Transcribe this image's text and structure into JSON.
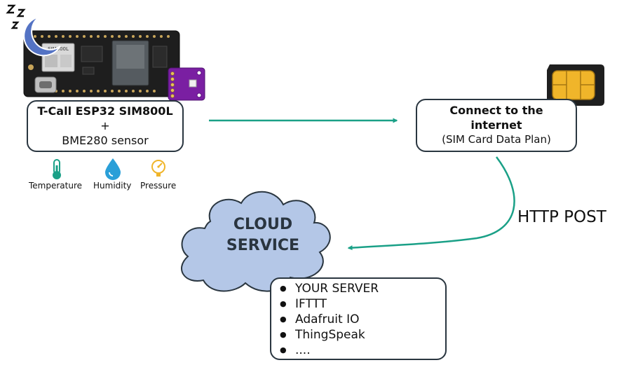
{
  "device": {
    "title": "T-Call ESP32 SIM800L",
    "plus": "+",
    "sensor": "BME280 sensor",
    "board_silkscreen": "SIM800L"
  },
  "sensors": [
    {
      "label": "Temperature",
      "icon": "thermometer-icon"
    },
    {
      "label": "Humidity",
      "icon": "water-drop-icon"
    },
    {
      "label": "Pressure",
      "icon": "pressure-gauge-icon"
    }
  ],
  "internet": {
    "title_line1": "Connect to the",
    "title_line2": "internet",
    "subtitle": "(SIM Card Data Plan)"
  },
  "connection": {
    "label": "HTTP POST"
  },
  "cloud": {
    "line1": "CLOUD",
    "line2": "SERVICE"
  },
  "services": {
    "items": [
      "YOUR SERVER",
      "IFTTT",
      "Adafruit IO",
      "ThingSpeak",
      "...."
    ]
  },
  "colors": {
    "arrow": "#1aa087",
    "cloud_fill": "#b4c7e7",
    "cloud_stroke": "#2a3640",
    "box_border": "#2a3640",
    "board": "#1e1e1e",
    "sensor_board": "#7a1fa2",
    "moon": "#5473c4",
    "sim_gold": "#f0b52a",
    "thermometer": "#1aa087",
    "drop": "#2a9fd8",
    "gauge": "#f0b52a"
  }
}
